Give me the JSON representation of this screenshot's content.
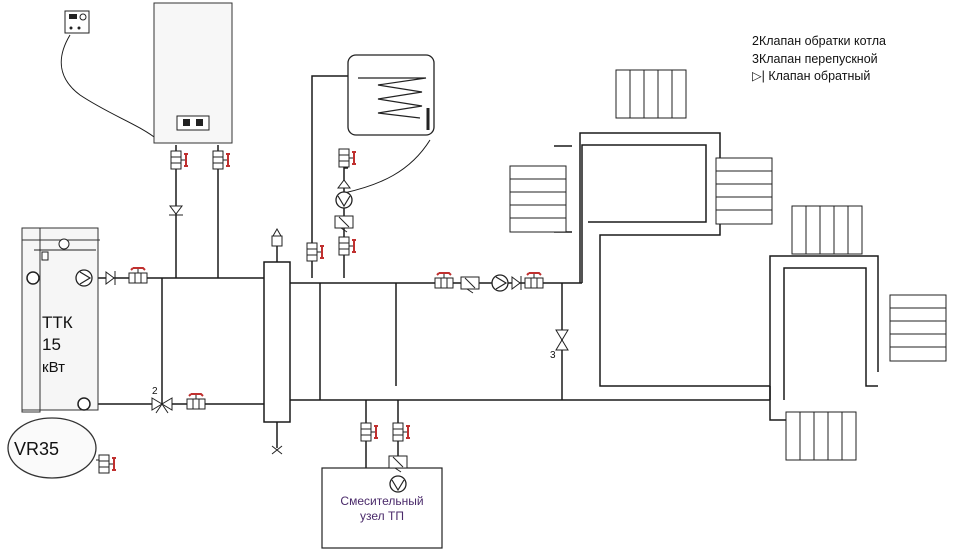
{
  "legend": {
    "item2": "2Клапан обратки котла",
    "item3": "3Клапан перепускной",
    "check_valve_symbol": "▷|",
    "check_valve": "Клапан обратный"
  },
  "solid_boiler": {
    "line1": "ТТК",
    "line2": "15",
    "line3": "кВт"
  },
  "expansion_tank": "VR35",
  "mixing_unit": {
    "line1": "Смесительный",
    "line2": "узел ТП"
  },
  "valve_markers": {
    "return_valve": "2",
    "bypass_valve": "3"
  },
  "colors": {
    "line": "#1a1a1a",
    "valve_handle": "#c0302f",
    "mixing_text": "#4a2a6a",
    "boiler_fill": "#f6f6f6"
  }
}
